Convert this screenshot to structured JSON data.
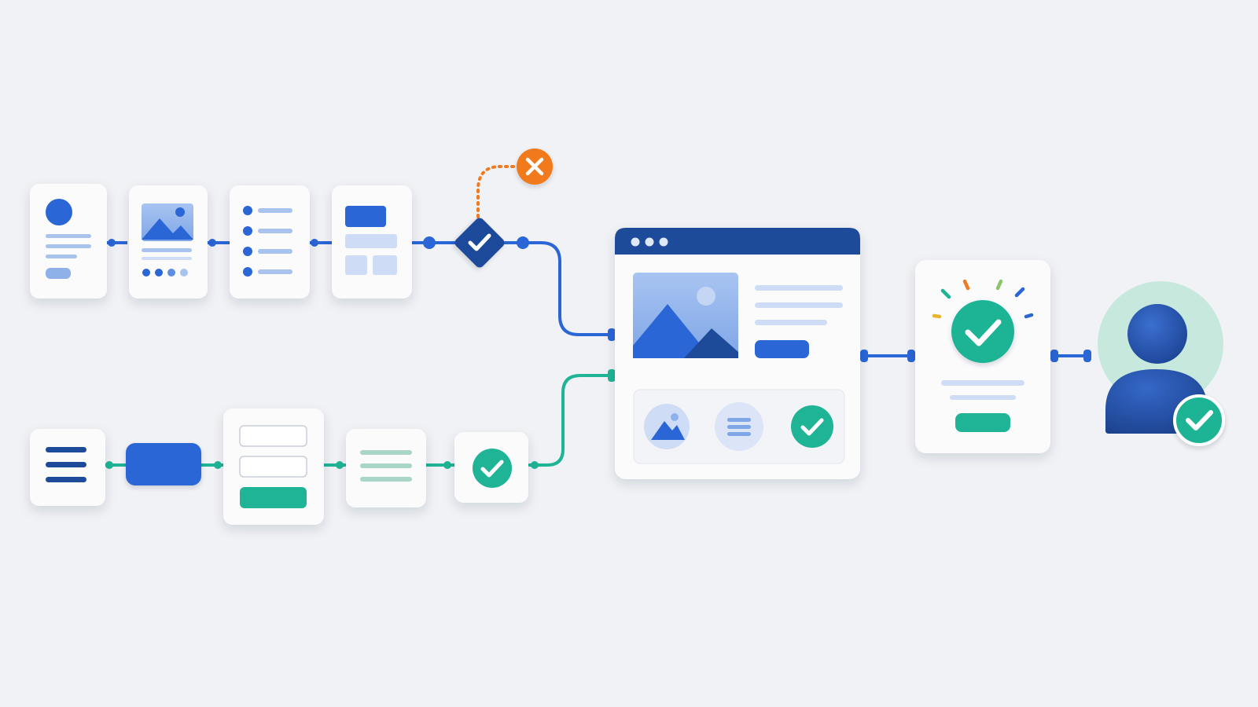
{
  "colors": {
    "background": "#f1f2f5",
    "card": "#fbfbfc",
    "blue_primary": "#2a66d6",
    "blue_dark": "#1e4a9a",
    "blue_light": "#a9c3ef",
    "blue_pale": "#cfdcf5",
    "teal": "#1fb495",
    "teal_light": "#a9d6c8",
    "orange": "#f07a1e",
    "success_ring": "#bfe8d8"
  },
  "icons": {
    "error": "close-icon",
    "success": "checkmark-icon",
    "user": "user-avatar-icon",
    "image": "image-icon",
    "list": "list-icon",
    "menu": "menu-icon"
  },
  "diagram": {
    "top_flow": [
      "profile-card",
      "image-card",
      "bullet-list-card",
      "layout-card",
      "decision-diamond"
    ],
    "bottom_flow": [
      "menu-card",
      "action-pill",
      "form-card",
      "text-card",
      "check-card"
    ],
    "merge_target": "browser-window",
    "result": "success-card",
    "end": "user-approved"
  }
}
